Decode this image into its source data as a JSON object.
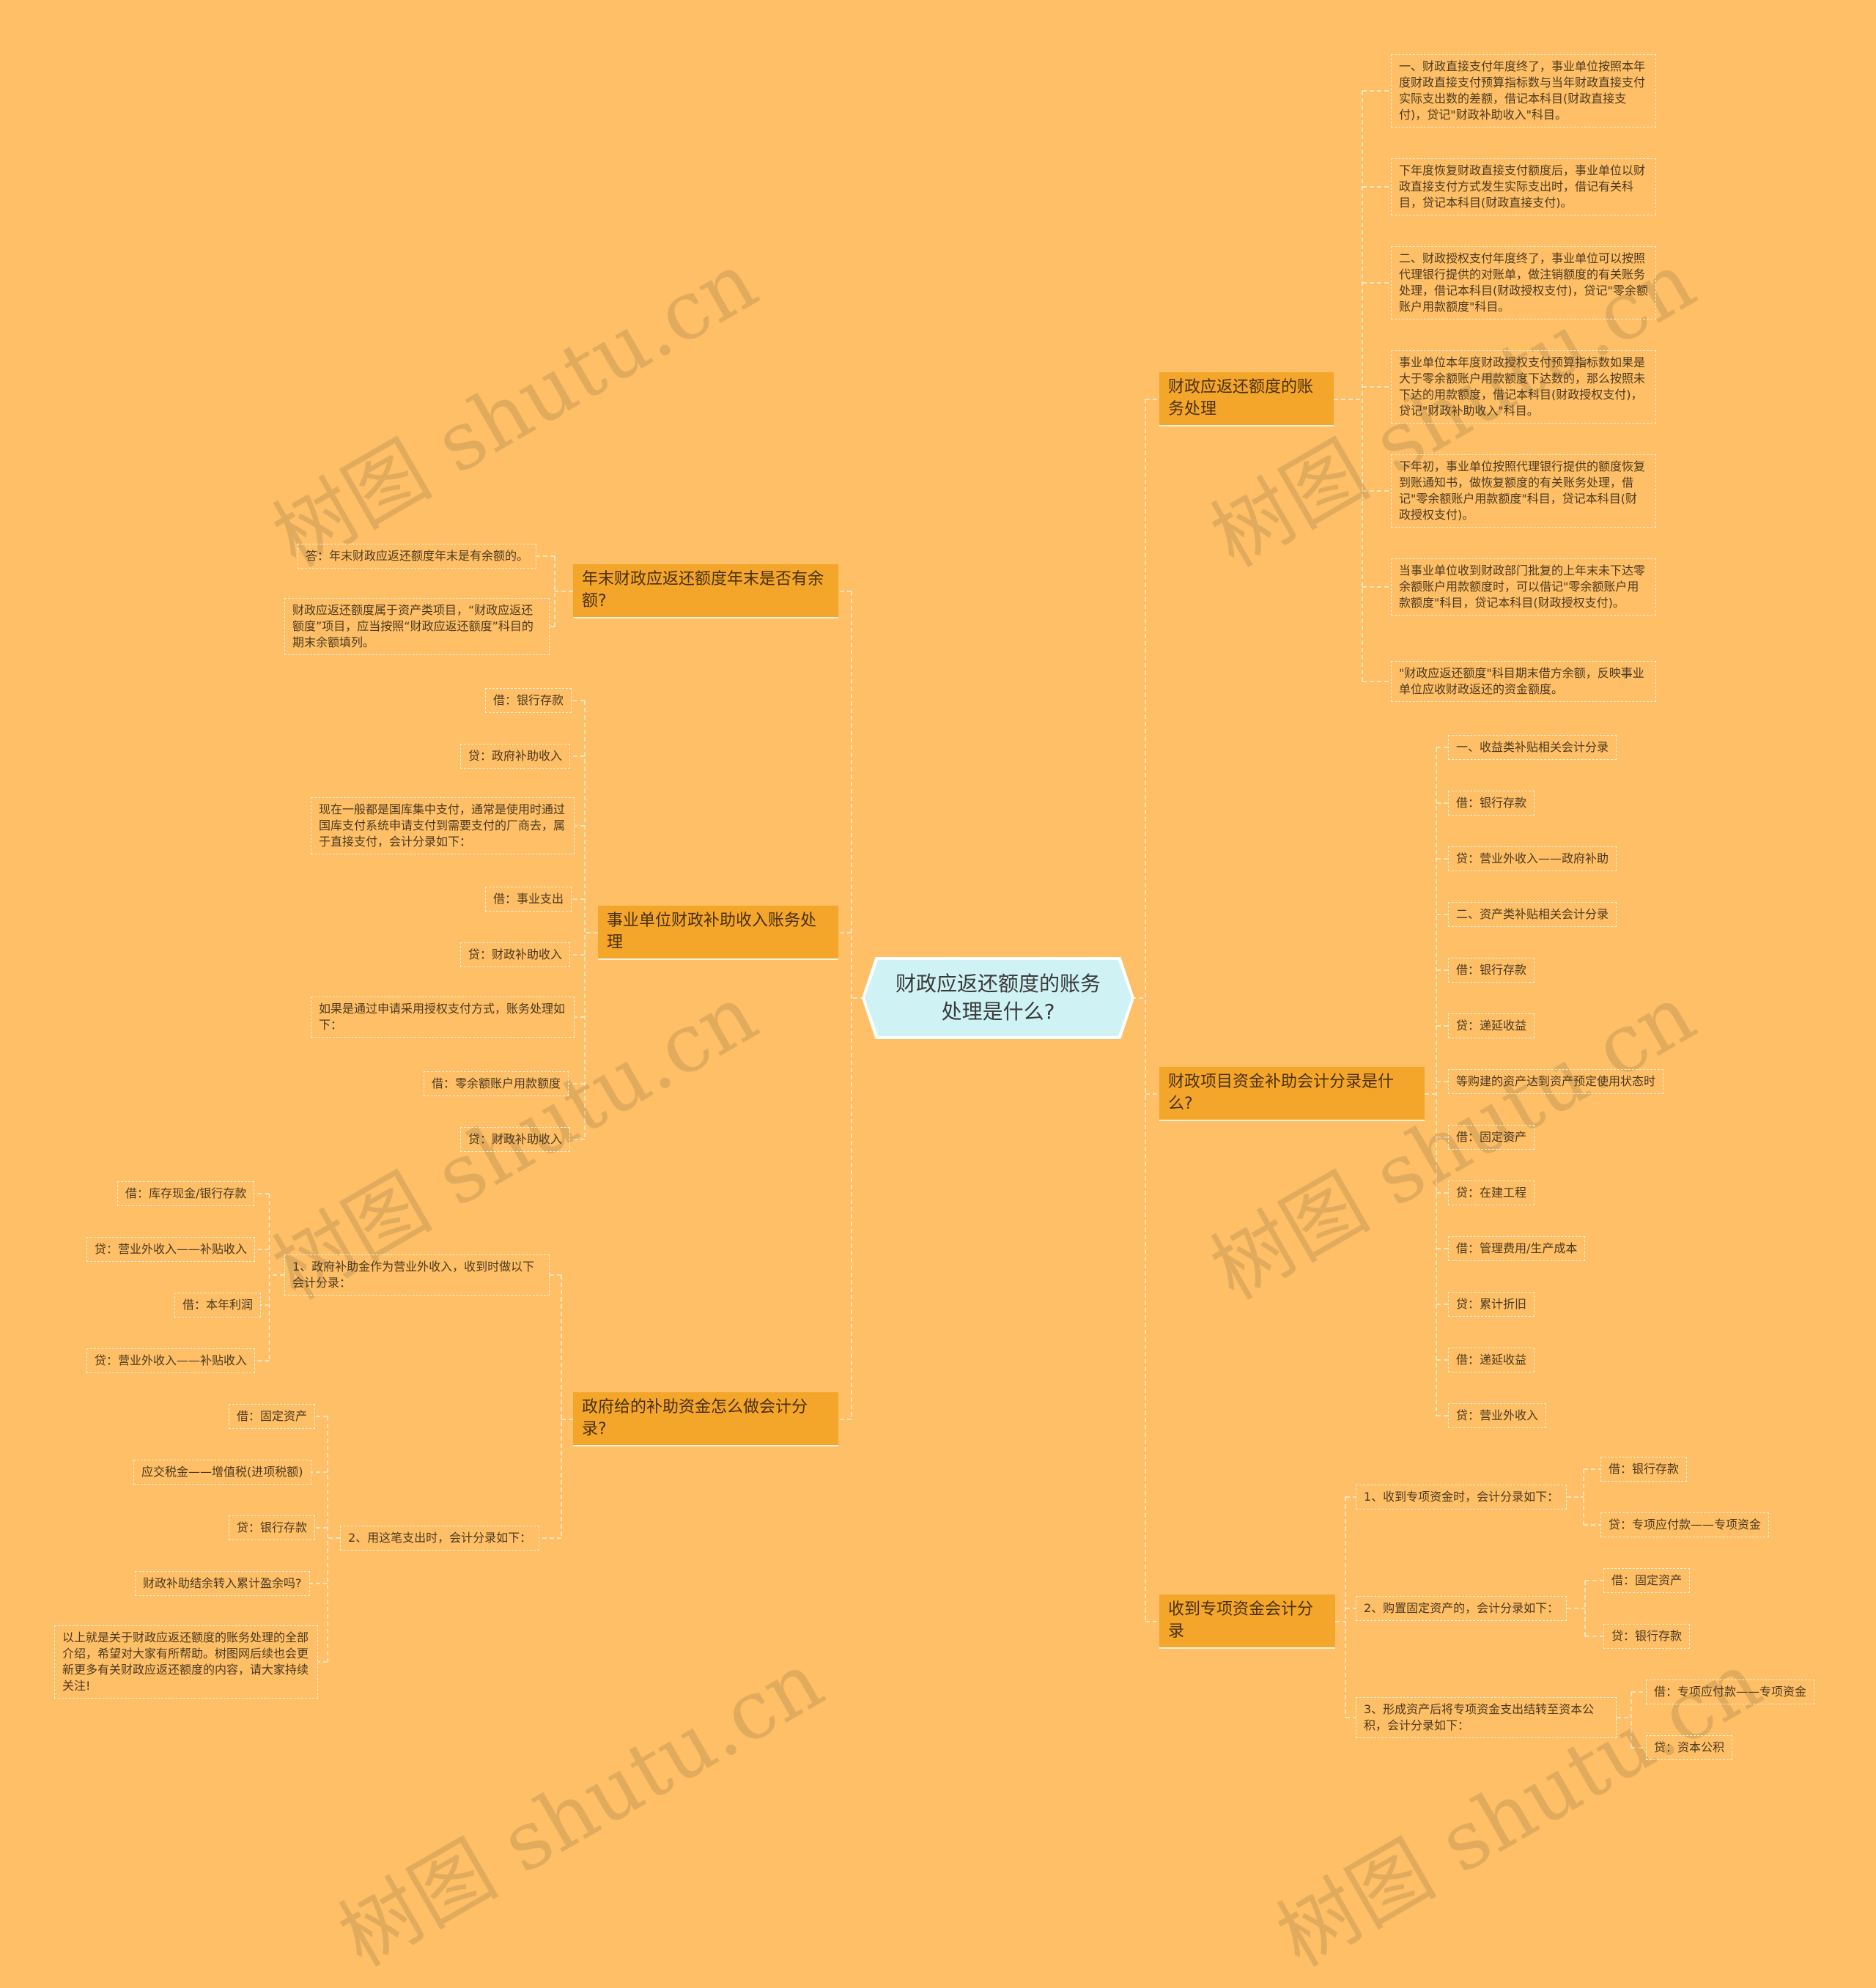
{
  "root": {
    "label": "财政应返还额度的账务处理是什么?"
  },
  "watermark": "树图 shutu.cn",
  "right": [
    {
      "label": "财政应返还额度的账务处理",
      "children": [
        "一、财政直接支付年度终了，事业单位按照本年度财政直接支付预算指标数与当年财政直接支付实际支出数的差额，借记本科目(财政直接支付)，贷记\"财政补助收入\"科目。",
        "下年度恢复财政直接支付额度后，事业单位以财政直接支付方式发生实际支出时，借记有关科目，贷记本科目(财政直接支付)。",
        "二、财政授权支付年度终了，事业单位可以按照代理银行提供的对账单，做注销额度的有关账务处理，借记本科目(财政授权支付)，贷记\"零余额账户用款额度\"科目。",
        "事业单位本年度财政授权支付预算指标数如果是大于零余额账户用款额度下达数的，那么按照未下达的用款额度，借记本科目(财政授权支付)，贷记\"财政补助收入\"科目。",
        "下年初，事业单位按照代理银行提供的额度恢复到账通知书，做恢复额度的有关账务处理，借记\"零余额账户用款额度\"科目，贷记本科目(财政授权支付)。",
        "当事业单位收到财政部门批复的上年末未下达零余额账户用款额度时，可以借记\"零余额账户用款额度\"科目，贷记本科目(财政授权支付)。",
        "\"财政应返还额度\"科目期末借方余额，反映事业单位应收财政返还的资金额度。"
      ]
    },
    {
      "label": "财政项目资金补助会计分录是什么?",
      "children": [
        "一、收益类补贴相关会计分录",
        "借：银行存款",
        "贷：营业外收入——政府补助",
        "二、资产类补贴相关会计分录",
        "借：银行存款",
        "贷：递延收益",
        "等购建的资产达到资产预定使用状态时",
        "借：固定资产",
        "贷：在建工程",
        "借：管理费用/生产成本",
        "贷：累计折旧",
        "借：递延收益",
        "贷：营业外收入"
      ]
    },
    {
      "label": "收到专项资金会计分录",
      "groups": [
        {
          "label": "1、收到专项资金时，会计分录如下：",
          "children": [
            "借：银行存款",
            "贷：专项应付款——专项资金"
          ]
        },
        {
          "label": "2、购置固定资产的，会计分录如下：",
          "children": [
            "借：固定资产",
            "贷：银行存款"
          ]
        },
        {
          "label": "3、形成资产后将专项资金支出结转至资本公积，会计分录如下：",
          "children": [
            "借：专项应付款——专项资金",
            "贷：资本公积"
          ]
        }
      ]
    }
  ],
  "left": [
    {
      "label": "年末财政应返还额度年末是否有余额?",
      "children": [
        "答：年末财政应返还额度年末是有余额的。",
        "财政应返还额度属于资产类项目，“财政应返还额度”项目，应当按照“财政应返还额度”科目的期末余额填列。"
      ]
    },
    {
      "label": "事业单位财政补助收入账务处理",
      "children": [
        "借：银行存款",
        "贷：政府补助收入",
        "现在一般都是国库集中支付，通常是使用时通过国库支付系统申请支付到需要支付的厂商去，属于直接支付，会计分录如下：",
        "借：事业支出",
        "贷：财政补助收入",
        "如果是通过申请采用授权支付方式，账务处理如下：",
        "借：零余额账户用款额度",
        "贷：财政补助收入"
      ]
    },
    {
      "label": "政府给的补助资金怎么做会计分录?",
      "groups": [
        {
          "label": "1、政府补助金作为营业外收入，收到时做以下会计分录：",
          "children": [
            "借：库存现金/银行存款",
            "贷：营业外收入——补贴收入",
            "借：本年利润",
            "贷：营业外收入——补贴收入"
          ]
        },
        {
          "label": "2、用这笔支出时，会计分录如下：",
          "children": [
            "借：固定资产",
            "应交税金——增值税(进项税额)",
            "贷：银行存款",
            "财政补助结余转入累计盈余吗?",
            "以上就是关于财政应返还额度的账务处理的全部介绍，希望对大家有所帮助。树图网后续也会更新更多有关财政应返还额度的内容，请大家持续关注!"
          ]
        }
      ]
    }
  ]
}
